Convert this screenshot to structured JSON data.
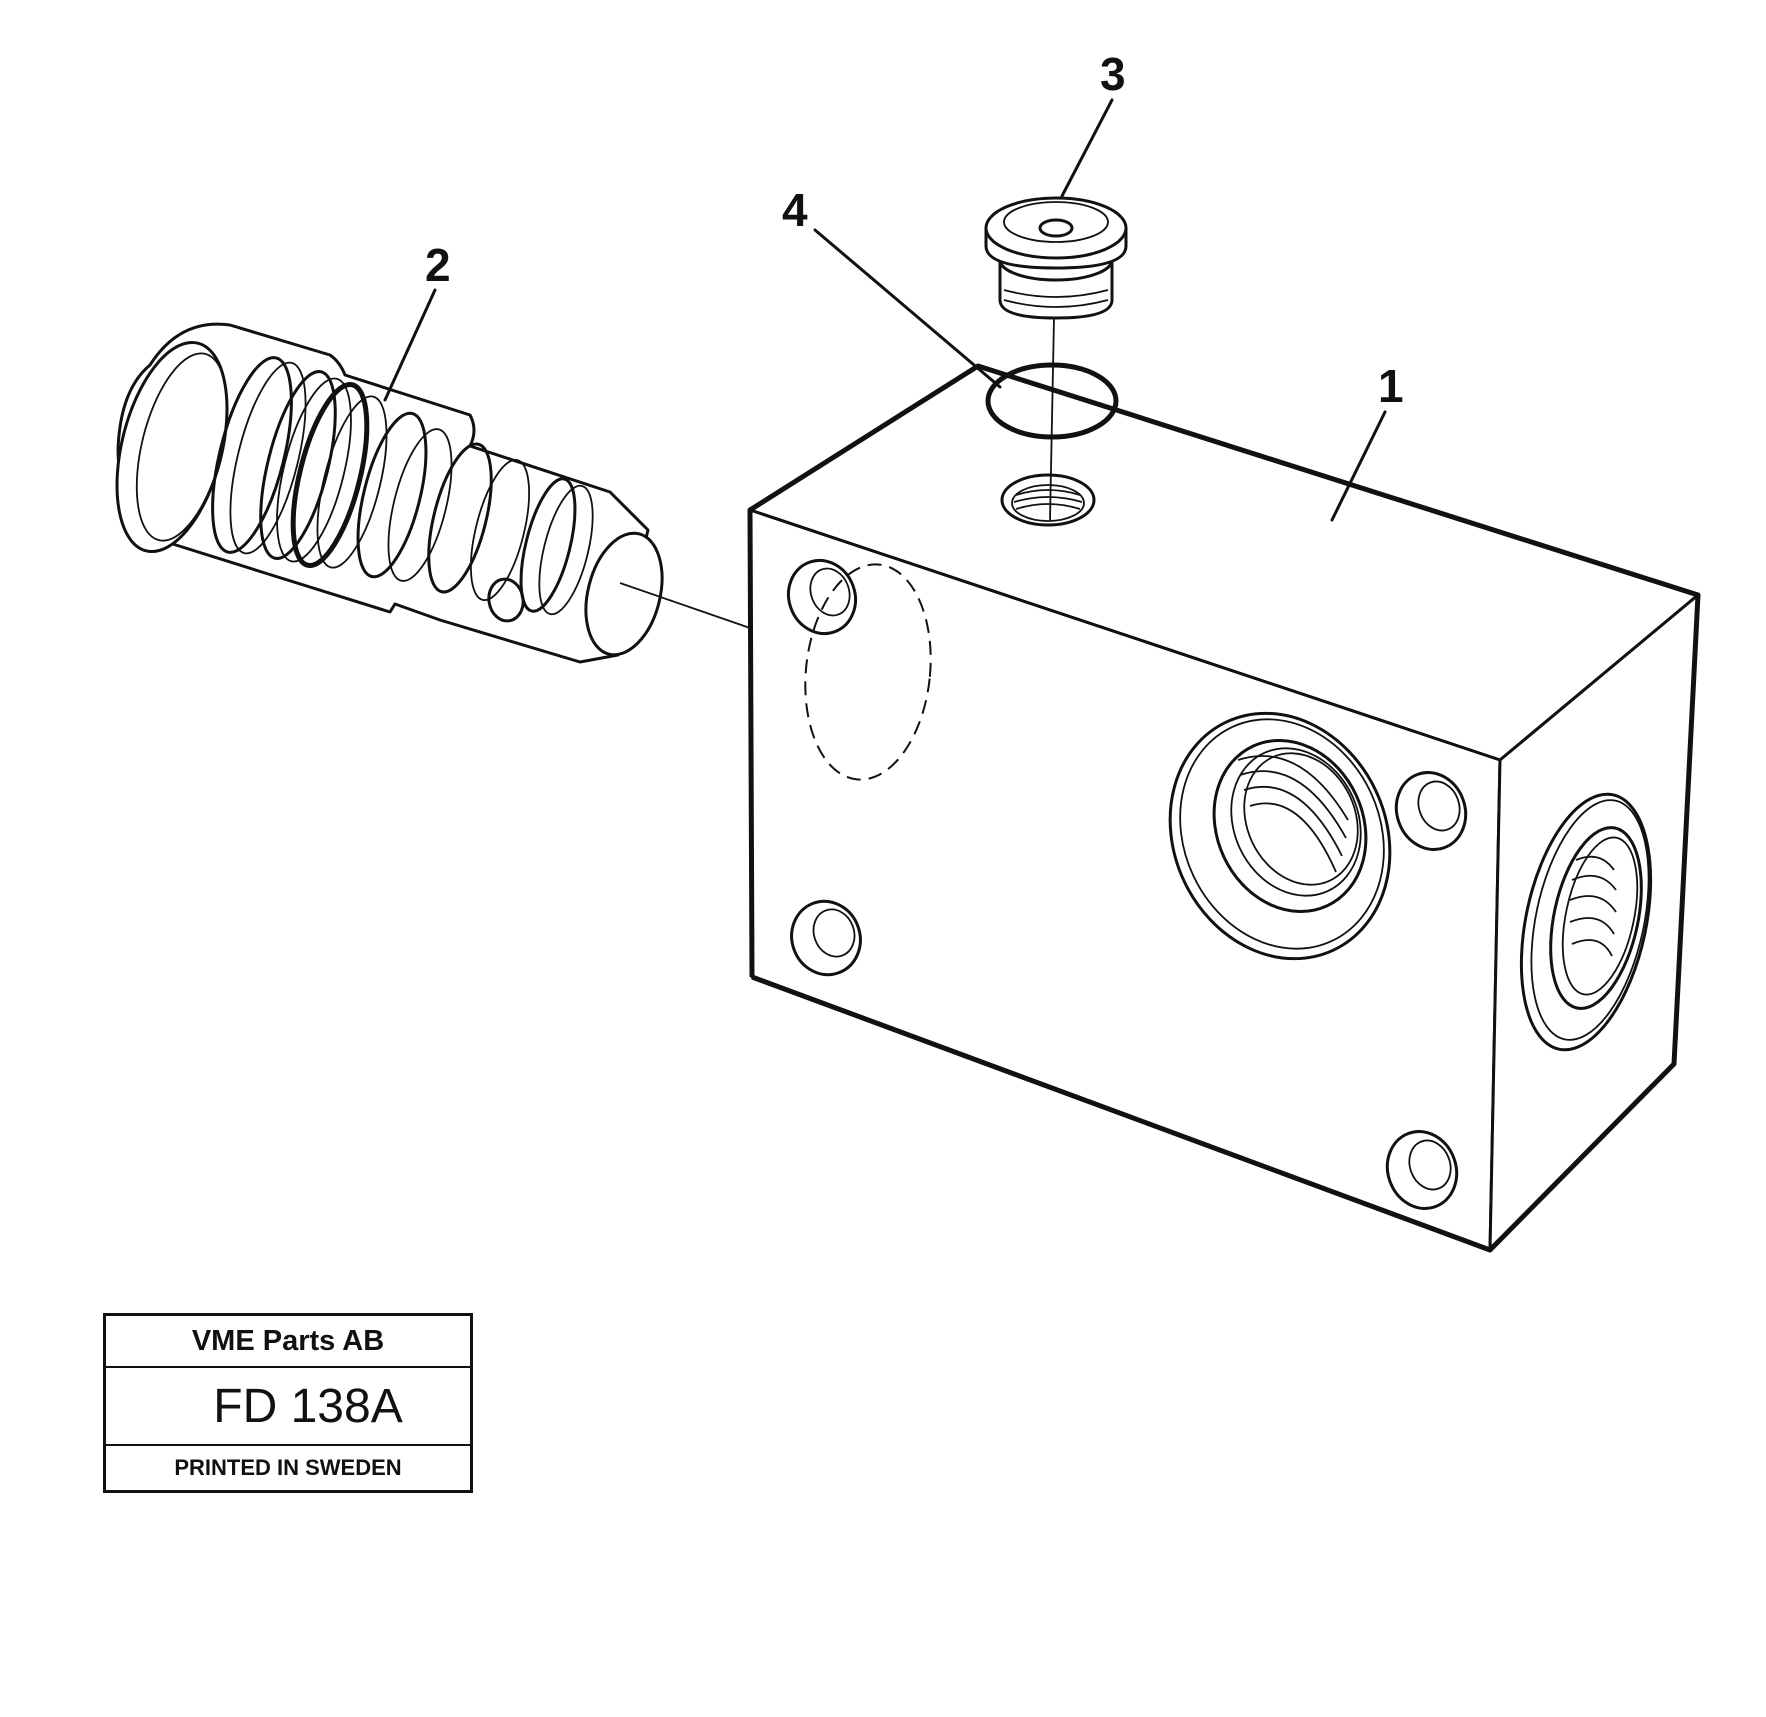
{
  "diagram": {
    "callouts": [
      {
        "id": "1",
        "label": "1"
      },
      {
        "id": "2",
        "label": "2"
      },
      {
        "id": "3",
        "label": "3"
      },
      {
        "id": "4",
        "label": "4"
      }
    ]
  },
  "title_block": {
    "company": "VME Parts AB",
    "code": "FD 138A",
    "printed": "PRINTED IN SWEDEN"
  },
  "colors": {
    "ink": "#111111",
    "paper": "#ffffff"
  }
}
